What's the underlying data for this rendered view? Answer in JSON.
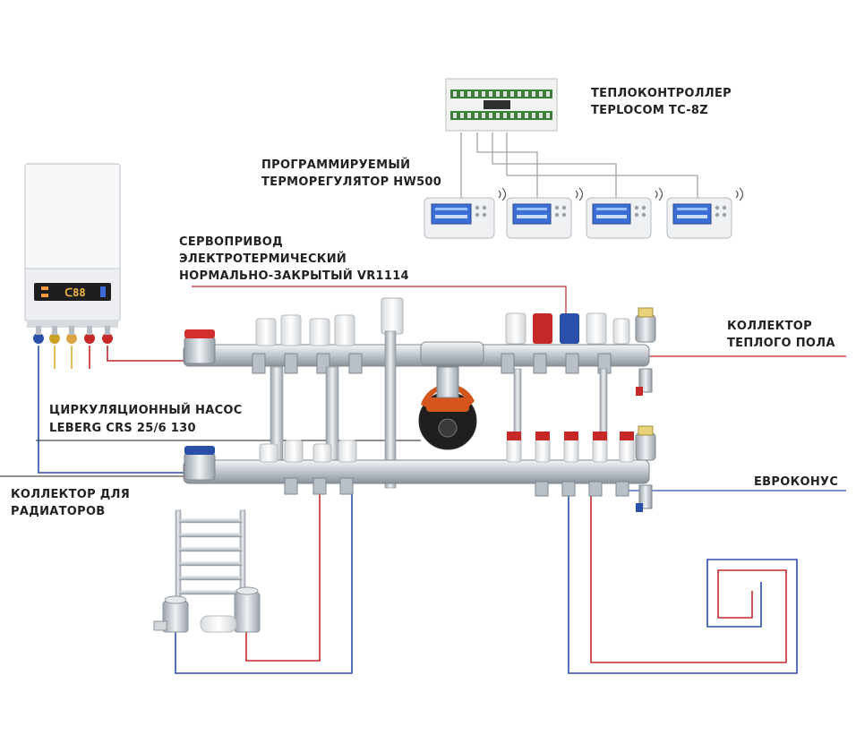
{
  "labels": {
    "controller_line1": "ТЕПЛОКОНТРОЛЛЕР",
    "controller_line2": "TEPLOCOM TC-8Z",
    "thermostat_line1": "ПРОГРАММИРУЕМЫЙ",
    "thermostat_line2": "ТЕРМОРЕГУЛЯТОР HW500",
    "actuator_line1": "СЕРВОПРИВОД",
    "actuator_line2": "ЭЛЕКТРОТЕРМИЧЕСКИЙ",
    "actuator_line3": "НОРМАЛЬНО-ЗАКРЫТЫЙ VR1114",
    "pump_line1": "ЦИРКУЛЯЦИОННЫЙ НАСОС",
    "pump_line2": "LEBERG CRS 25/6 130",
    "radiator_line1": "КОЛЛЕКТОР ДЛЯ",
    "radiator_line2": "РАДИАТОРОВ",
    "floor_line1": "КОЛЛЕКТОР",
    "floor_line2": "ТЕПЛОГО ПОЛА",
    "euroconus": "ЕВРОКОНУС"
  },
  "boiler_display": "ᑕ88",
  "colors": {
    "supply": "#c62828",
    "return": "#2a4fa8",
    "wire": "#9a9a9a",
    "brass": "#c9cfd6",
    "pump_body": "#d4561c",
    "thermostat_screen": "#3b6fd6"
  }
}
